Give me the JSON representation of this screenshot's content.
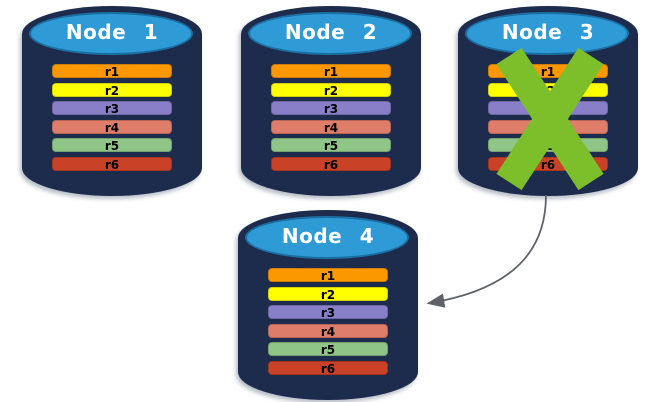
{
  "diagram": {
    "type": "database-replication-failover",
    "background": "#FFFFFF",
    "palette": {
      "cylinder_body": "#1D2B4D",
      "cylinder_top": "#2E9BD6",
      "title_text": "#FFFFFF",
      "replica_text": "#000000",
      "failure_x": "#7DBE2B",
      "arrow": "#5F6368"
    },
    "nodes": [
      {
        "name": "Node 1",
        "status": "active",
        "replicas": [
          {
            "label": "r1",
            "color": "#FB9800"
          },
          {
            "label": "r2",
            "color": "#FFFF00"
          },
          {
            "label": "r3",
            "color": "#897EC8"
          },
          {
            "label": "r4",
            "color": "#DF7D6B"
          },
          {
            "label": "r5",
            "color": "#8FC687"
          },
          {
            "label": "r6",
            "color": "#C94227"
          }
        ]
      },
      {
        "name": "Node 2",
        "status": "active",
        "replicas": [
          {
            "label": "r1",
            "color": "#FB9800"
          },
          {
            "label": "r2",
            "color": "#FFFF00"
          },
          {
            "label": "r3",
            "color": "#897EC8"
          },
          {
            "label": "r4",
            "color": "#DF7D6B"
          },
          {
            "label": "r5",
            "color": "#8FC687"
          },
          {
            "label": "r6",
            "color": "#C94227"
          }
        ]
      },
      {
        "name": "Node 3",
        "status": "failed",
        "replicas": [
          {
            "label": "r1",
            "color": "#FB9800"
          },
          {
            "label": "r2",
            "color": "#FFFF00"
          },
          {
            "label": "r3",
            "color": "#897EC8"
          },
          {
            "label": "r4",
            "color": "#DF7D6B"
          },
          {
            "label": "r5",
            "color": "#8FC687"
          },
          {
            "label": "r6",
            "color": "#C94227"
          }
        ]
      },
      {
        "name": "Node 4",
        "status": "active",
        "replicas": [
          {
            "label": "r1",
            "color": "#FB9800"
          },
          {
            "label": "r2",
            "color": "#FFFF00"
          },
          {
            "label": "r3",
            "color": "#897EC8"
          },
          {
            "label": "r4",
            "color": "#DF7D6B"
          },
          {
            "label": "r5",
            "color": "#8FC687"
          },
          {
            "label": "r6",
            "color": "#C94227"
          }
        ]
      }
    ],
    "arrow": {
      "from": "Node 3",
      "to": "Node 4"
    }
  }
}
